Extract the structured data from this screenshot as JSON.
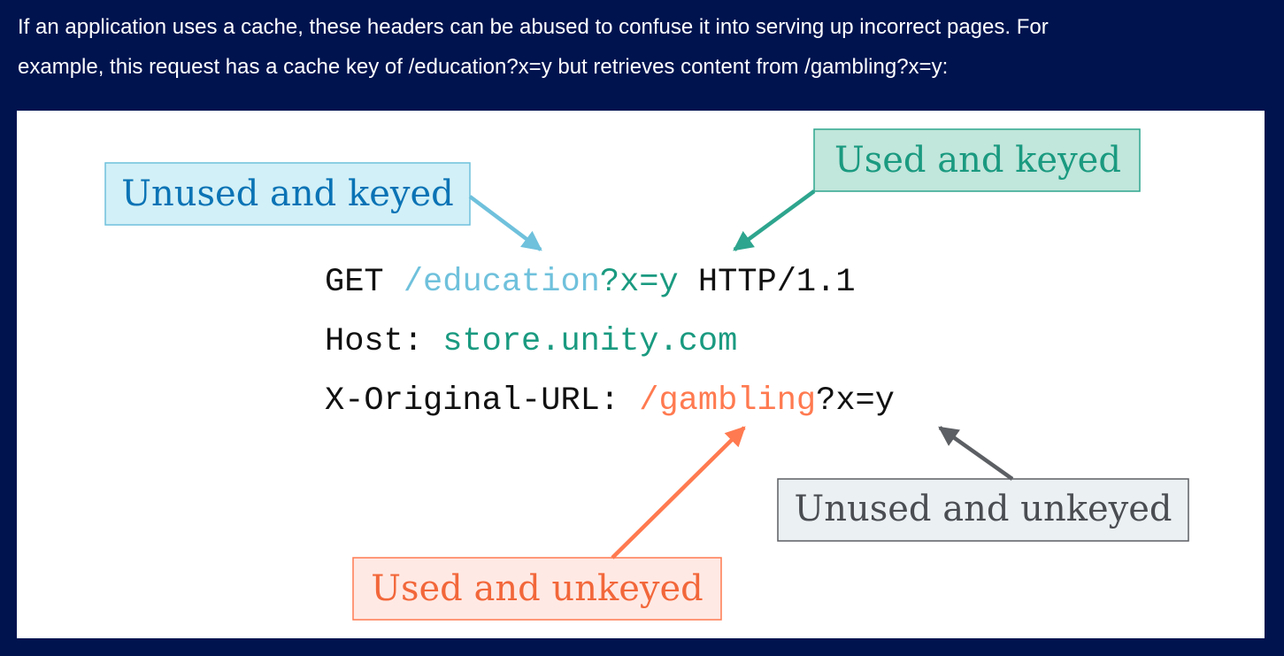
{
  "intro": {
    "line1": "If an application uses a cache, these headers can be abused to confuse it into serving up incorrect pages. For",
    "line2": "example, this request has a cache key of /education?x=y but retrieves content from /gambling?x=y:"
  },
  "request": {
    "line1": {
      "method": "GET ",
      "path": "/education",
      "query": "?x=y",
      "protocol": " HTTP/1.1"
    },
    "line2": {
      "header": "Host: ",
      "value": "store.unity.com"
    },
    "line3": {
      "header": "X-Original-URL: ",
      "path": "/gambling",
      "query": "?x=y"
    }
  },
  "labels": {
    "unused_keyed": "Unused and keyed",
    "used_keyed": "Used and keyed",
    "unused_unkeyed": "Unused and unkeyed",
    "used_unkeyed": "Used and unkeyed"
  },
  "colors": {
    "page_background": "#00134f",
    "unused_keyed": "#6fc1dc",
    "unused_keyed_text": "#0a73b5",
    "unused_keyed_fill": "#d2f0f7",
    "used_keyed": "#2ea58e",
    "used_keyed_text": "#1a9a80",
    "used_keyed_fill": "#c1e6db",
    "unused_unkeyed": "#5c5f63",
    "unused_unkeyed_fill": "#ebf0f3",
    "used_unkeyed": "#ff7a50",
    "used_unkeyed_fill": "#ffe9e4"
  }
}
